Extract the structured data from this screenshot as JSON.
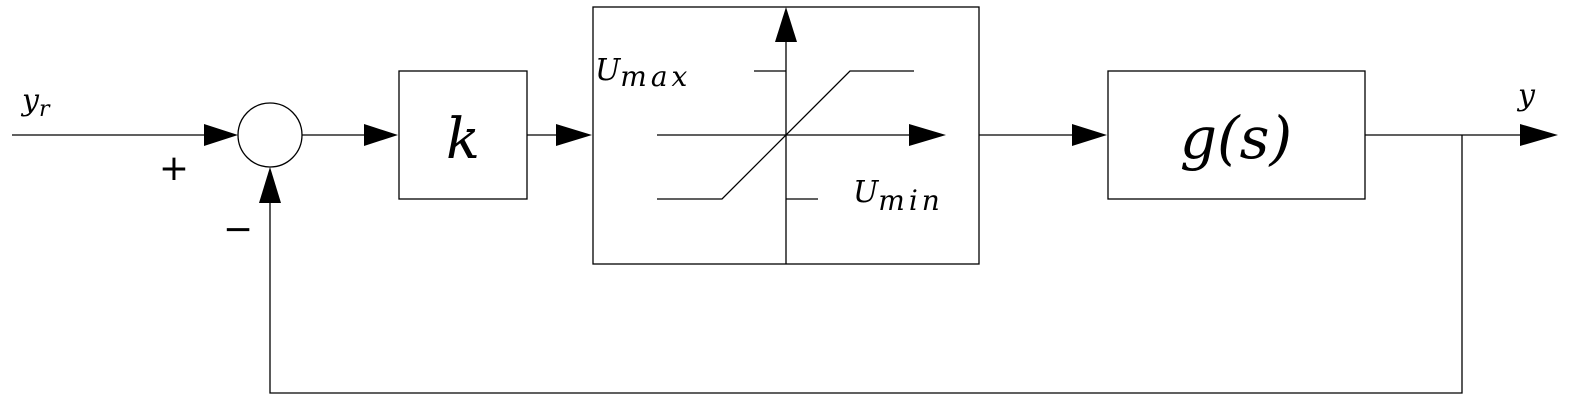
{
  "signals": {
    "reference": "y",
    "reference_sub": "r",
    "output": "y"
  },
  "summing_junction": {
    "plus_sign": "+",
    "minus_sign": "−"
  },
  "blocks": {
    "gain": "k",
    "plant": "g(s)"
  },
  "saturation": {
    "upper_label": "U",
    "upper_sub": "max",
    "lower_label": "U",
    "lower_sub": "min"
  }
}
